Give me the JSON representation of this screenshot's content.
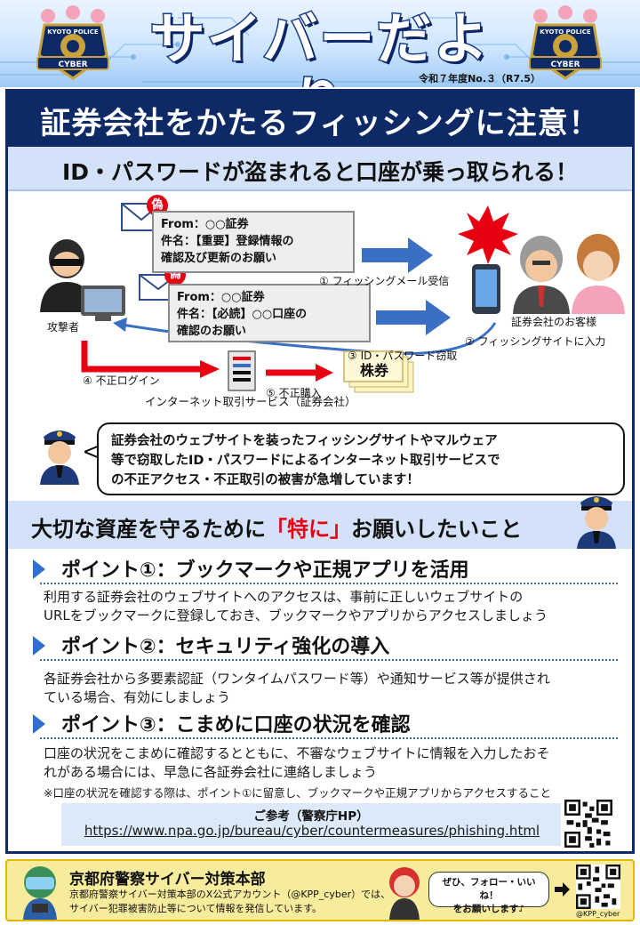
{
  "header": {
    "title": "サイバーだより",
    "issue": "令和７年度No.３（R7.5）",
    "badge_text_top": "KYOTO POLICE",
    "badge_text_bottom": "CYBER"
  },
  "headline": "証券会社をかたるフィッシングに注意！",
  "subheadline": "ID・パスワードが盗まれると口座が乗っ取られる！",
  "diagram": {
    "fake_mark": "偽",
    "mail1": {
      "from": "From：○○証券",
      "subject1": "件名：【重要】登録情報の",
      "subject2": "確認及び更新のお願い"
    },
    "mail2": {
      "from": "From：○○証券",
      "subject1": "件名：【必読】○○口座の",
      "subject2": "確認のお願い"
    },
    "attacker_label": "攻撃者",
    "customers_label": "証券会社のお客様",
    "step1": "① フィッシングメール受信",
    "step2": "② フィッシングサイトに入力",
    "step3": "③ ID・パスワード窃取",
    "step4": "④ 不正ログイン",
    "step5": "⑤ 不正購入",
    "stock_label": "株券",
    "service_label": "インターネット取引サービス（証券会社）"
  },
  "speech": {
    "line1": "証券会社のウェブサイトを装ったフィッシングサイトやマルウェア",
    "line2": "等で窃取したID・パスワードによるインターネット取引サービスで",
    "line3": "の不正アクセス・不正取引の被害が急増しています！"
  },
  "request": {
    "prefix": "大切な資産を守るために",
    "highlight": "「特に」",
    "suffix": "お願いしたいこと"
  },
  "points": [
    {
      "title": "ポイント①：ブックマークや正規アプリを活用",
      "body1": "利用する証券会社のウェブサイトへのアクセスは、事前に正しいウェブサイトの",
      "body2": "URLをブックマークに登録しておき、ブックマークやアプリからアクセスしましょう"
    },
    {
      "title": "ポイント②：セキュリティ強化の導入",
      "body1": "各証券会社から多要素認証（ワンタイムパスワード等）や通知サービス等が提供され",
      "body2": "ている場合、有効にしましょう"
    },
    {
      "title": "ポイント③：こまめに口座の状況を確認",
      "body1": "口座の状況をこまめに確認するとともに、不審なウェブサイトに情報を入力したおそ",
      "body2": "れがある場合には、早急に各証券会社に連絡しましょう"
    }
  ],
  "note": "※口座の状況を確認する際は、ポイント①に留意し、ブックマークや正規アプリからアクセスすること",
  "reference": {
    "title": "ご参考（警察庁HP）",
    "url": "https://www.npa.go.jp/bureau/cyber/countermeasures/phishing.html"
  },
  "footer": {
    "title": "京都府警察サイバー対策本部",
    "body1": "京都府警察サイバー対策本部のX公式アカウント（@KPP_cyber）では、",
    "body2": "サイバー犯罪被害防止等について情報を発信しています。",
    "bubble1": "ぜひ、フォロー・いいね！",
    "bubble2": "をお願いします♪",
    "handle": "@KPP_cyber"
  },
  "colors": {
    "navy": "#0d2a66",
    "light_blue": "#d3e2f8",
    "red": "#e60012",
    "blue_arrow": "#3a6fc4",
    "footer_yellow": "#f7ec9c"
  }
}
